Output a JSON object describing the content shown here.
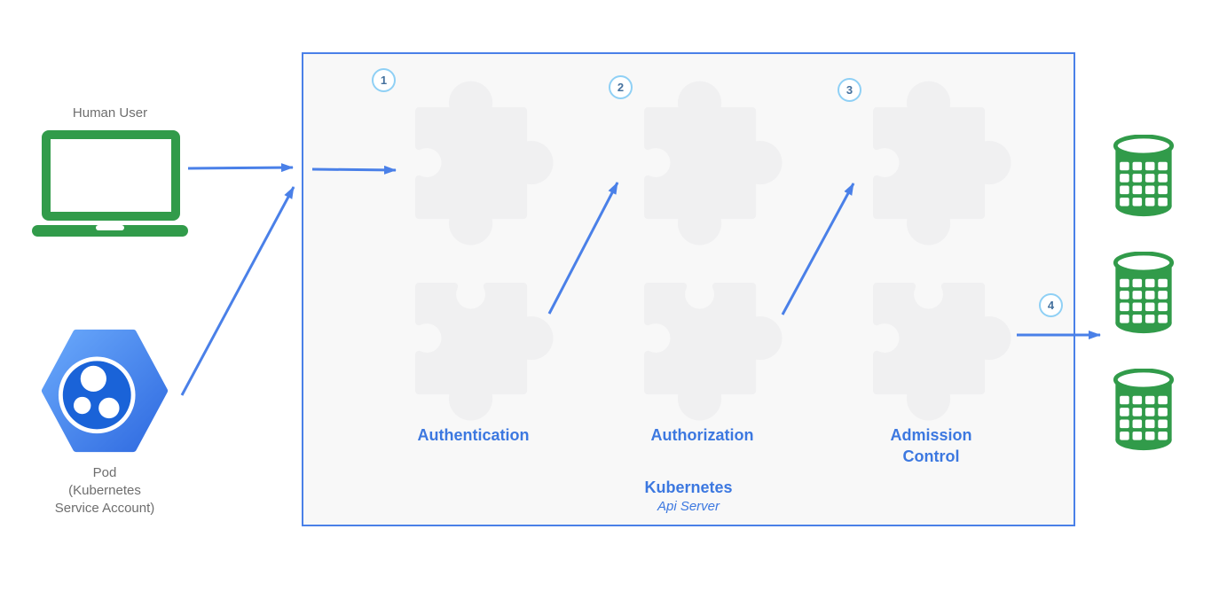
{
  "diagram": {
    "actors": {
      "human_user": {
        "label": "Human User"
      },
      "pod": {
        "label": "Pod\n(Kubernetes\nService Account)"
      }
    },
    "api_server": {
      "title": "Kubernetes",
      "subtitle": "Api Server",
      "stages": [
        {
          "step": "1",
          "label": "Authentication"
        },
        {
          "step": "2",
          "label": "Authorization"
        },
        {
          "step": "3",
          "label": "Admission\nControl"
        }
      ],
      "exit_step": "4"
    },
    "storage": {
      "icon": "database-icon",
      "count": 3
    },
    "colors": {
      "accent_blue": "#4a80e8",
      "label_blue": "#3c78e0",
      "green": "#319b4a",
      "pod_blue": "#2f6ae0",
      "badge_border": "#8fd0f5",
      "badge_text": "#44709d",
      "puzzle_gray": "#f0f0f1",
      "box_bg": "#f8f8f8",
      "text_gray": "#6e6e6e"
    }
  }
}
